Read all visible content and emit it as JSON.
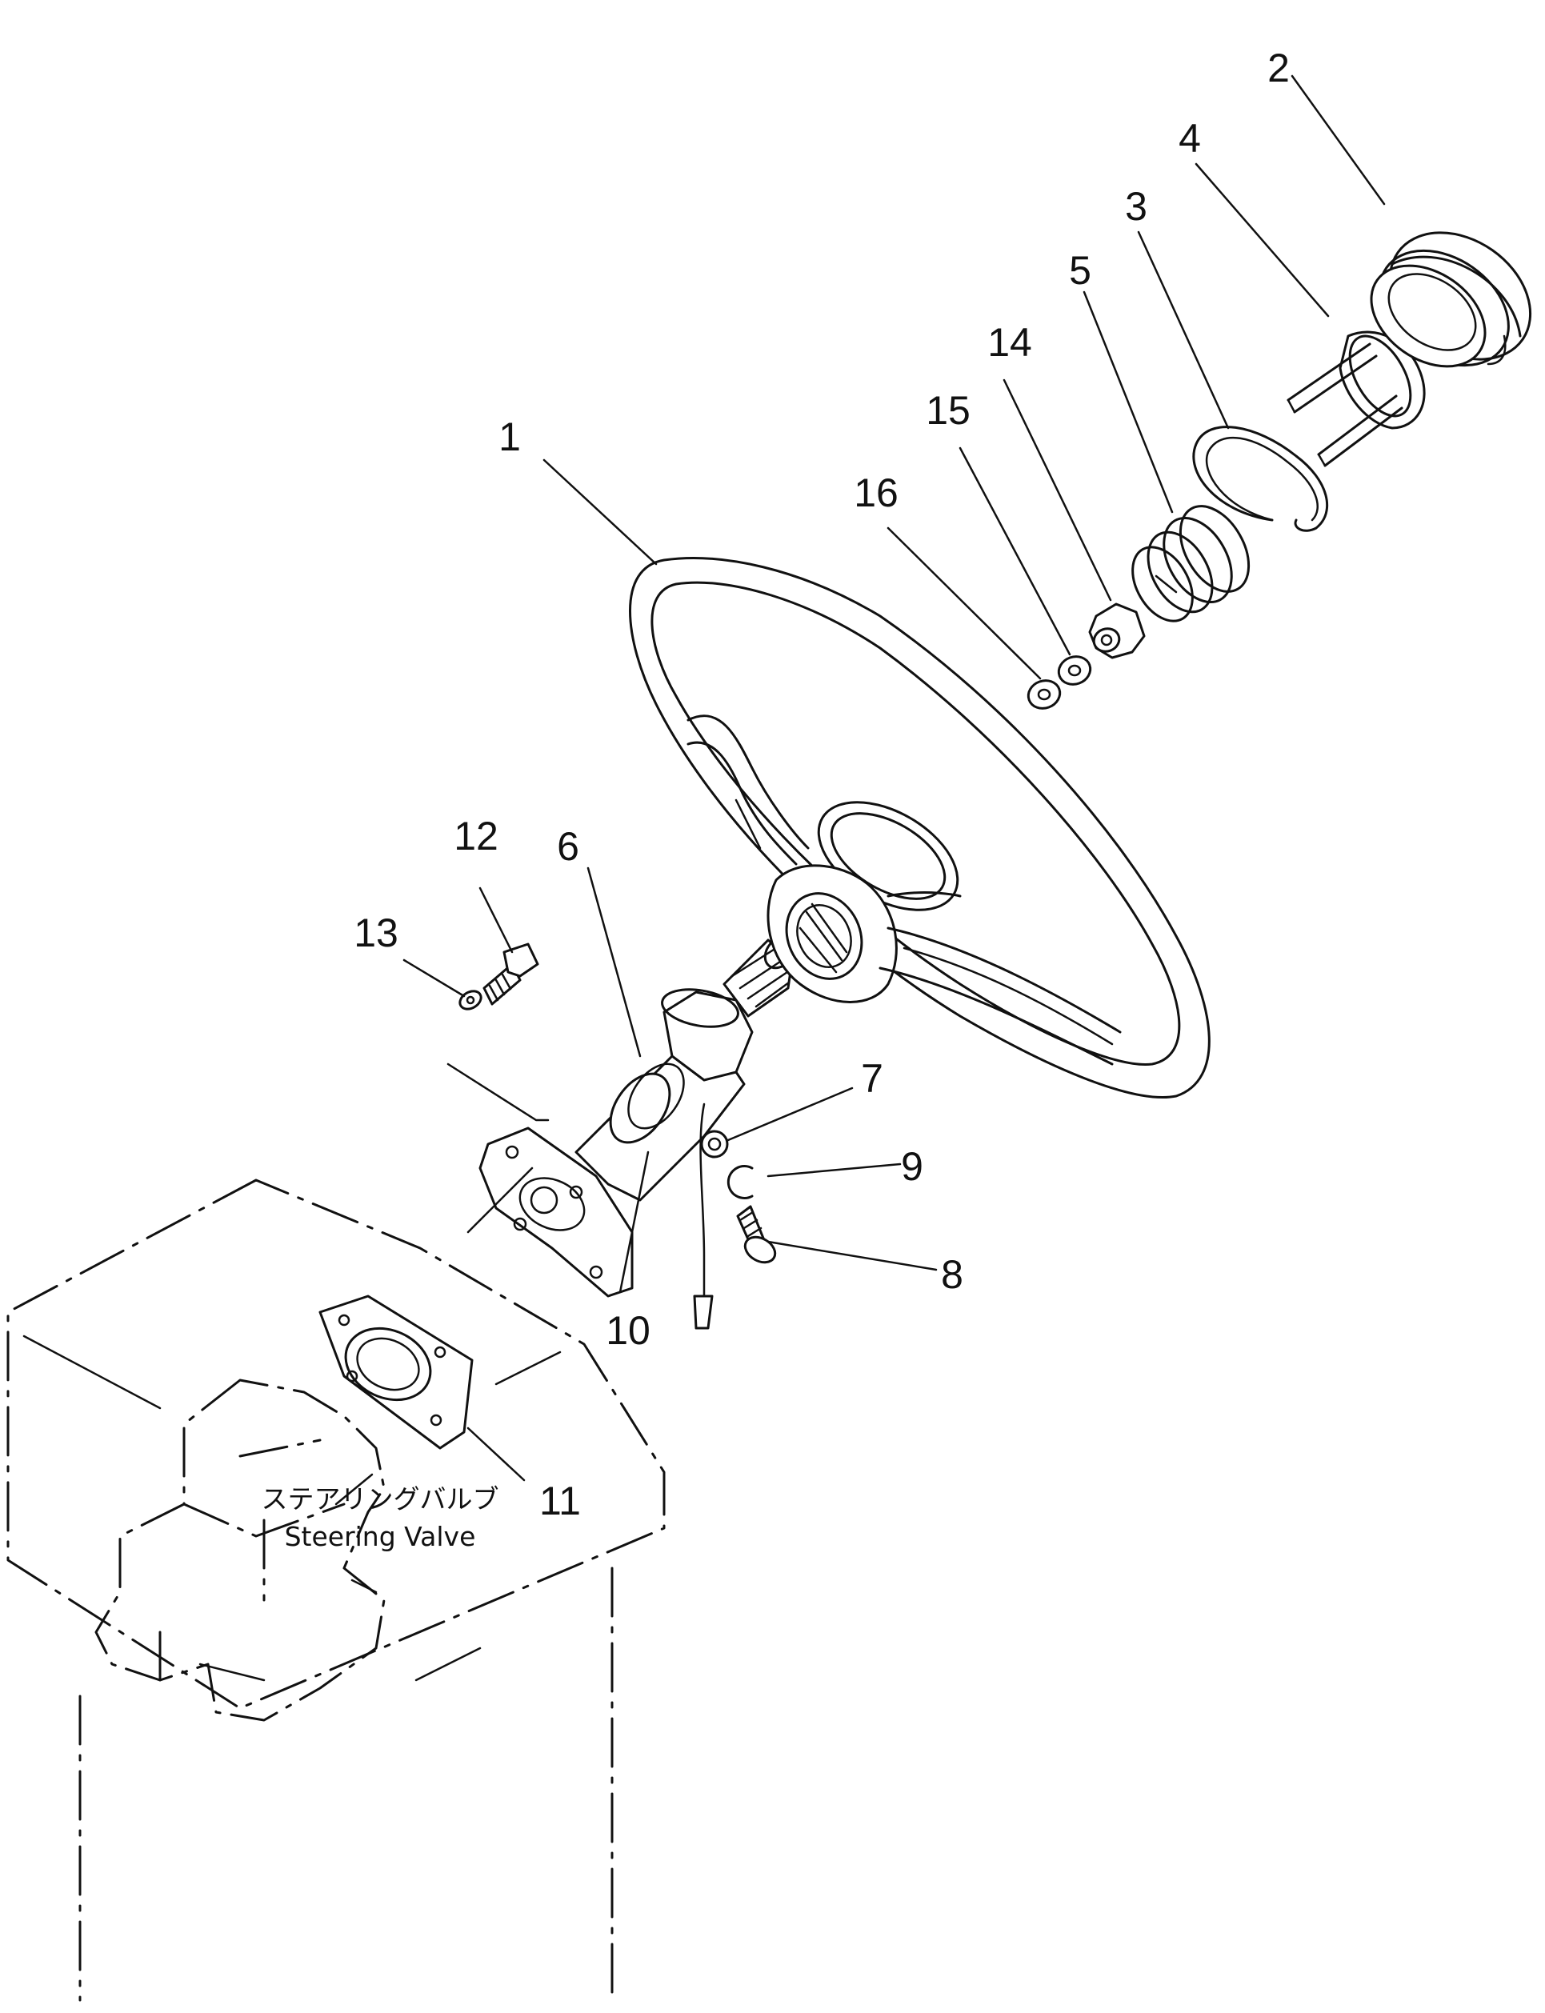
{
  "callouts": [
    {
      "id": "steering-wheel",
      "label": "1"
    },
    {
      "id": "horn-button-cap",
      "label": "2"
    },
    {
      "id": "snap-ring",
      "label": "3"
    },
    {
      "id": "contact-plate",
      "label": "4"
    },
    {
      "id": "spring",
      "label": "5"
    },
    {
      "id": "steering-column-shaft",
      "label": "6"
    },
    {
      "id": "washer-7",
      "label": "7"
    },
    {
      "id": "bolt-8",
      "label": "8"
    },
    {
      "id": "clip-9",
      "label": "9"
    },
    {
      "id": "shaft-collar-10",
      "label": "10"
    },
    {
      "id": "mounting-plate-11",
      "label": "11"
    },
    {
      "id": "bolt-12",
      "label": "12"
    },
    {
      "id": "washer-13",
      "label": "13"
    },
    {
      "id": "nut-14",
      "label": "14"
    },
    {
      "id": "washer-15",
      "label": "15"
    },
    {
      "id": "washer-16",
      "label": "16"
    }
  ],
  "caption": {
    "japanese": "ステアリングバルブ",
    "english": "Steering Valve"
  }
}
